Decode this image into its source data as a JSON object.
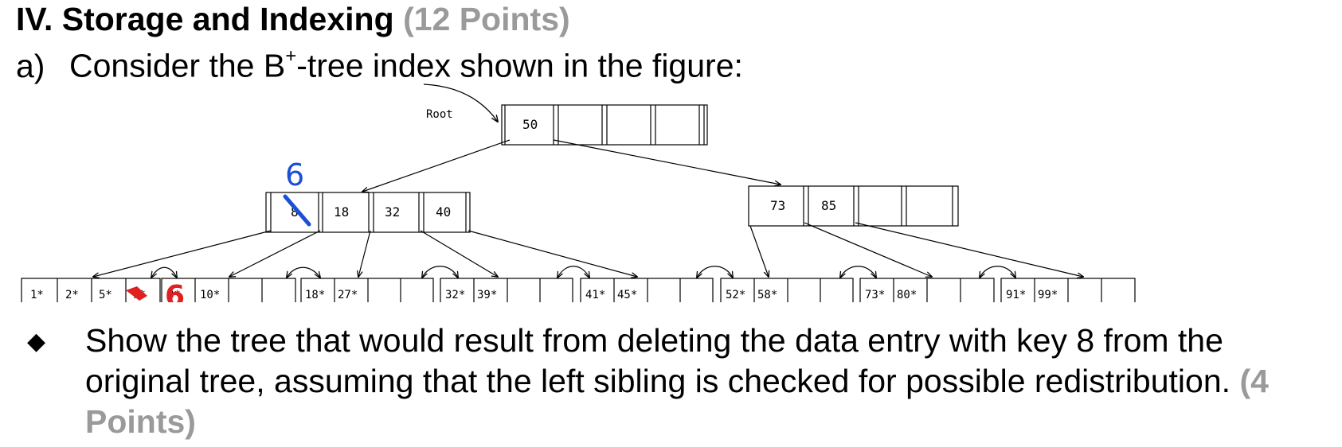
{
  "heading": {
    "title": "IV. Storage and Indexing",
    "points": "(12 Points)"
  },
  "question": {
    "label": "a)",
    "text_before": "Consider the B",
    "superscript": "+",
    "text_after": "-tree index shown in the figure:"
  },
  "tree": {
    "root_label": "Root",
    "root": {
      "keys": [
        "50"
      ]
    },
    "internal_left": {
      "keys": [
        "8",
        "18",
        "32",
        "40"
      ]
    },
    "internal_right": {
      "keys": [
        "73",
        "85"
      ]
    },
    "leaves": [
      {
        "entries": [
          "1*",
          "2*",
          "5*",
          "7*"
        ]
      },
      {
        "entries": [
          "8*",
          "10*"
        ]
      },
      {
        "entries": [
          "18*",
          "27*"
        ]
      },
      {
        "entries": [
          "32*",
          "39*"
        ]
      },
      {
        "entries": [
          "41*",
          "45*"
        ]
      },
      {
        "entries": [
          "52*",
          "58*"
        ]
      },
      {
        "entries": [
          "73*",
          "80*"
        ]
      },
      {
        "entries": [
          "91*",
          "99*"
        ]
      }
    ],
    "handwritten": {
      "blue_number": "6",
      "red_number": "6",
      "blue_color": "#1a4fd6",
      "red_color": "#e02020"
    }
  },
  "task": {
    "bullet_icon": "diamond-bullet-icon",
    "text": "Show the tree that would result from deleting the data entry with key 8 from the original tree, assuming that the left sibling is checked for possible redistribution.",
    "points": "(4 Points)"
  }
}
